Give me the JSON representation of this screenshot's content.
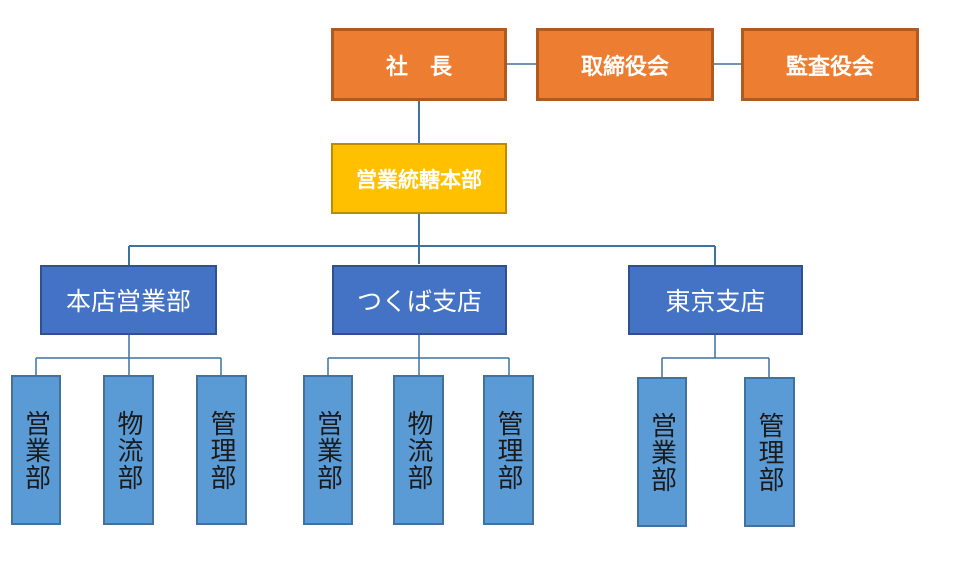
{
  "top": {
    "president": "社　長",
    "board": "取締役会",
    "auditors": "監査役会"
  },
  "hq": "営業統轄本部",
  "branches": [
    {
      "name": "本店営業部",
      "depts": [
        "営業部",
        "物流部",
        "管理部"
      ]
    },
    {
      "name": "つくば支店",
      "depts": [
        "営業部",
        "物流部",
        "管理部"
      ]
    },
    {
      "name": "東京支店",
      "depts": [
        "営業部",
        "管理部"
      ]
    }
  ],
  "colors": {
    "executive": "#ED7D31",
    "hq": "#FFC000",
    "branch": "#4472C4",
    "department": "#5B9BD5",
    "connector": "#41719C"
  }
}
